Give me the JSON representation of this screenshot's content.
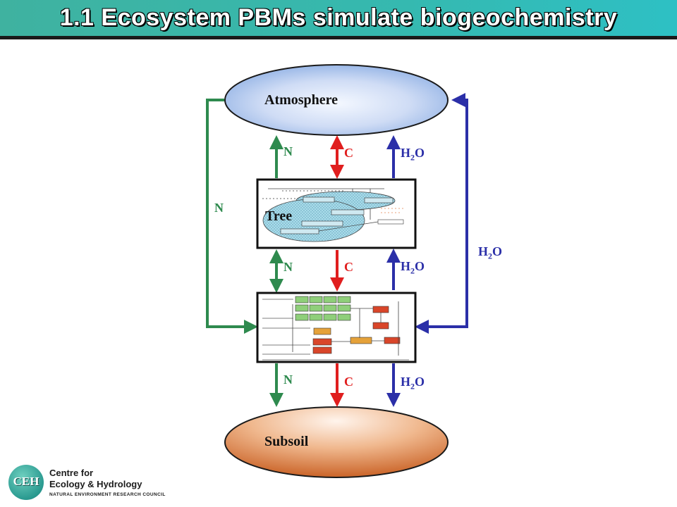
{
  "title": "1.1 Ecosystem PBMs simulate biogeochemistry",
  "nodes": {
    "atmosphere": "Atmosphere",
    "tree": "Tree",
    "subsoil": "Subsoil"
  },
  "flow_labels": {
    "n_top": "N",
    "c_top": "C",
    "h2o_top_base": "H",
    "h2o_top_sub": "2",
    "h2o_top_tail": "O",
    "n_left": "N",
    "h2o_right_base": "H",
    "h2o_right_sub": "2",
    "h2o_right_tail": "O",
    "n_mid": "N",
    "c_mid": "C",
    "h2o_mid_base": "H",
    "h2o_mid_sub": "2",
    "h2o_mid_tail": "O",
    "n_bot": "N",
    "c_bot": "C",
    "h2o_bot_base": "H",
    "h2o_bot_sub": "2",
    "h2o_bot_tail": "O"
  },
  "colors": {
    "nitrogen": "#2e8a4e",
    "carbon": "#e01e1e",
    "water": "#2b2fa8",
    "atmosphere_fill": "#a9c2ea",
    "subsoil_fill": "#d46a2a",
    "title_bar": "#35b9b0"
  },
  "logo": {
    "mark": "CEH",
    "line1": "Centre for",
    "line2": "Ecology & Hydrology",
    "line3": "NATURAL ENVIRONMENT RESEARCH COUNCIL"
  }
}
